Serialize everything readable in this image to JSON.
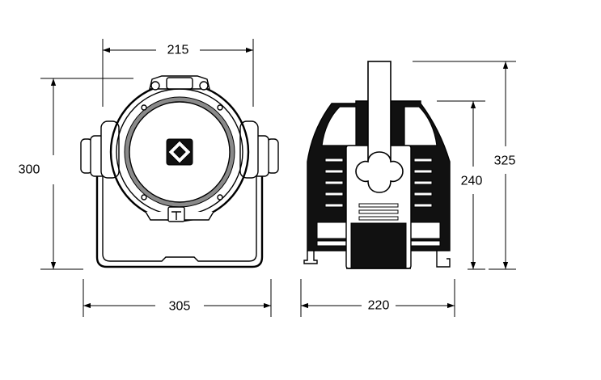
{
  "dimensions": {
    "front_width_top": "215",
    "front_height": "300",
    "front_width_bottom": "305",
    "side_width": "220",
    "side_height_inner": "240",
    "side_height_outer": "325"
  },
  "colors": {
    "line": "#000000",
    "body_fill": "#111111",
    "lens_fill": "#8a8a8a",
    "background": "#ffffff"
  }
}
